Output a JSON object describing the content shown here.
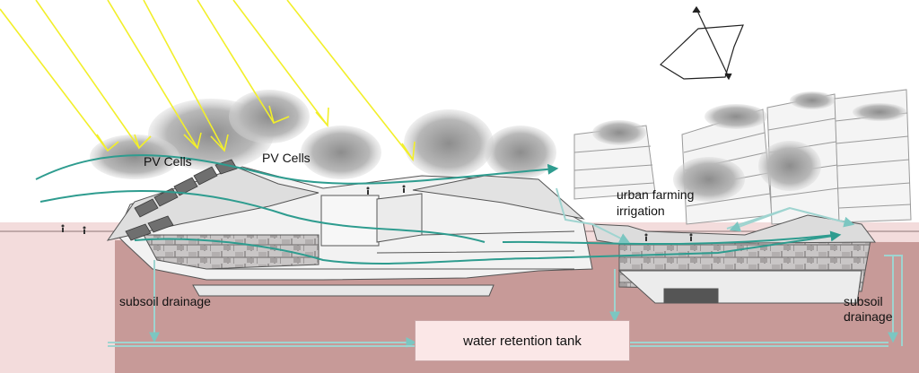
{
  "labels": {
    "pv_cells_left": "PV Cells",
    "pv_cells_right": "PV Cells",
    "urban_farming": "urban farming irrigation",
    "subsoil_drainage_left": "subsoil drainage",
    "subsoil_drainage_right": "subsoil drainage",
    "water_retention_tank": "water retention tank"
  },
  "colors": {
    "sun_rays": "#f2ef2a",
    "airflow": "#2e9c8f",
    "water_flow": "#9fd4d0",
    "ground_section": "#c79a98",
    "ground_surface": "#f3dcdc",
    "building": "#f2f2f2",
    "stone_wall": "#a9a9a9"
  },
  "icons": {
    "north_arrow": "compass-north-icon"
  }
}
